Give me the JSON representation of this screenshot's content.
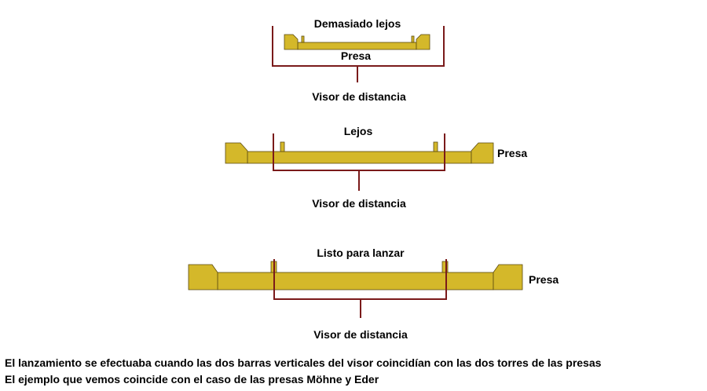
{
  "colors": {
    "dam_fill": "#d4b82a",
    "dam_stroke": "#5a4a10",
    "sight_stroke": "#7a1a1a"
  },
  "panels": {
    "too_far": {
      "title": "Demasiado lejos",
      "dam_label": "Presa",
      "sight_label": "Visor de distancia"
    },
    "far": {
      "title": "Lejos",
      "dam_label": "Presa",
      "sight_label": "Visor de distancia"
    },
    "ready": {
      "title": "Listo para lanzar",
      "dam_label": "Presa",
      "sight_label": "Visor de distancia"
    }
  },
  "captions": {
    "line1": "El lanzamiento se efectuaba cuando las dos barras verticales del visor coincidían con las dos torres de las presas",
    "line2": "El ejemplo que vemos coincide con el caso de las presas Möhne y Eder"
  }
}
